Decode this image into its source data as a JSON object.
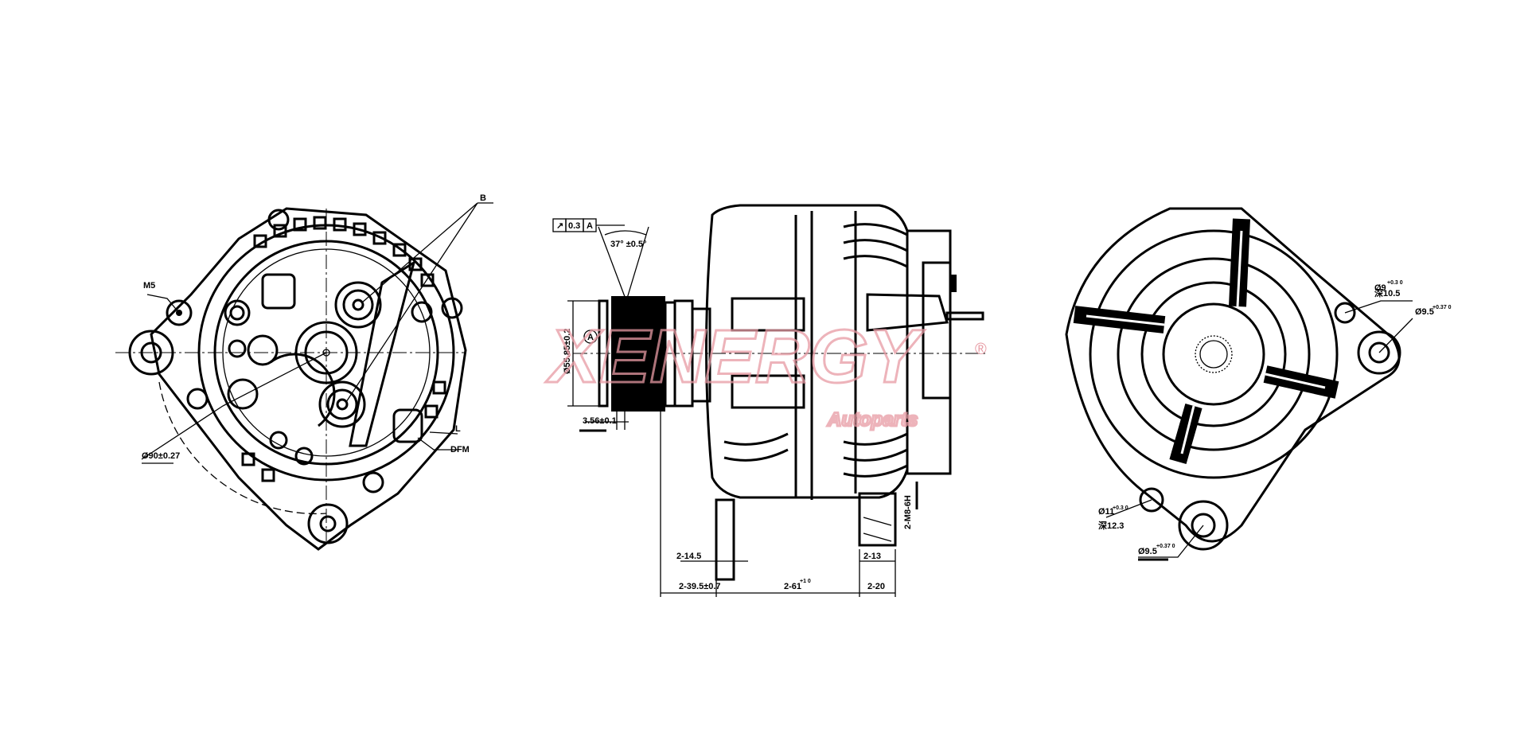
{
  "watermark": {
    "brand": "XENERGY",
    "sub": "Autoparts",
    "mark": "®",
    "color": "#e79aa3"
  },
  "left_view": {
    "labels": {
      "b": "B",
      "m5": "M5",
      "dia": "Ø90±0.27",
      "l": "L",
      "dfm": "DFM"
    }
  },
  "side_view": {
    "tolerance_frame": {
      "symbol": "↗",
      "value": "0.3",
      "datum": "A"
    },
    "angle": "37° ±0.5°",
    "datum_marker": "A",
    "pulley_dia": "Ø55.85±0.2",
    "groove_pitch": "3.56±0.1",
    "dims": {
      "d1": "2-14.5",
      "d2": "2-39.5±0.7",
      "d3": "2-61",
      "d3_tol": "+1 0",
      "d4": "2-13",
      "d5": "2-20",
      "thread": "2-M8-6H"
    }
  },
  "right_view": {
    "hole_top": {
      "dia": "Ø9",
      "tol": "+0.3 0",
      "depth": "深10.5"
    },
    "hole_right": {
      "dia": "Ø9.5",
      "tol": "+0.37 0"
    },
    "hole_bottom_left": {
      "dia": "Ø11",
      "tol": "+0.3 0",
      "depth": "深12.3"
    },
    "hole_bottom": {
      "dia": "Ø9.5",
      "tol": "+0.37 0"
    }
  }
}
